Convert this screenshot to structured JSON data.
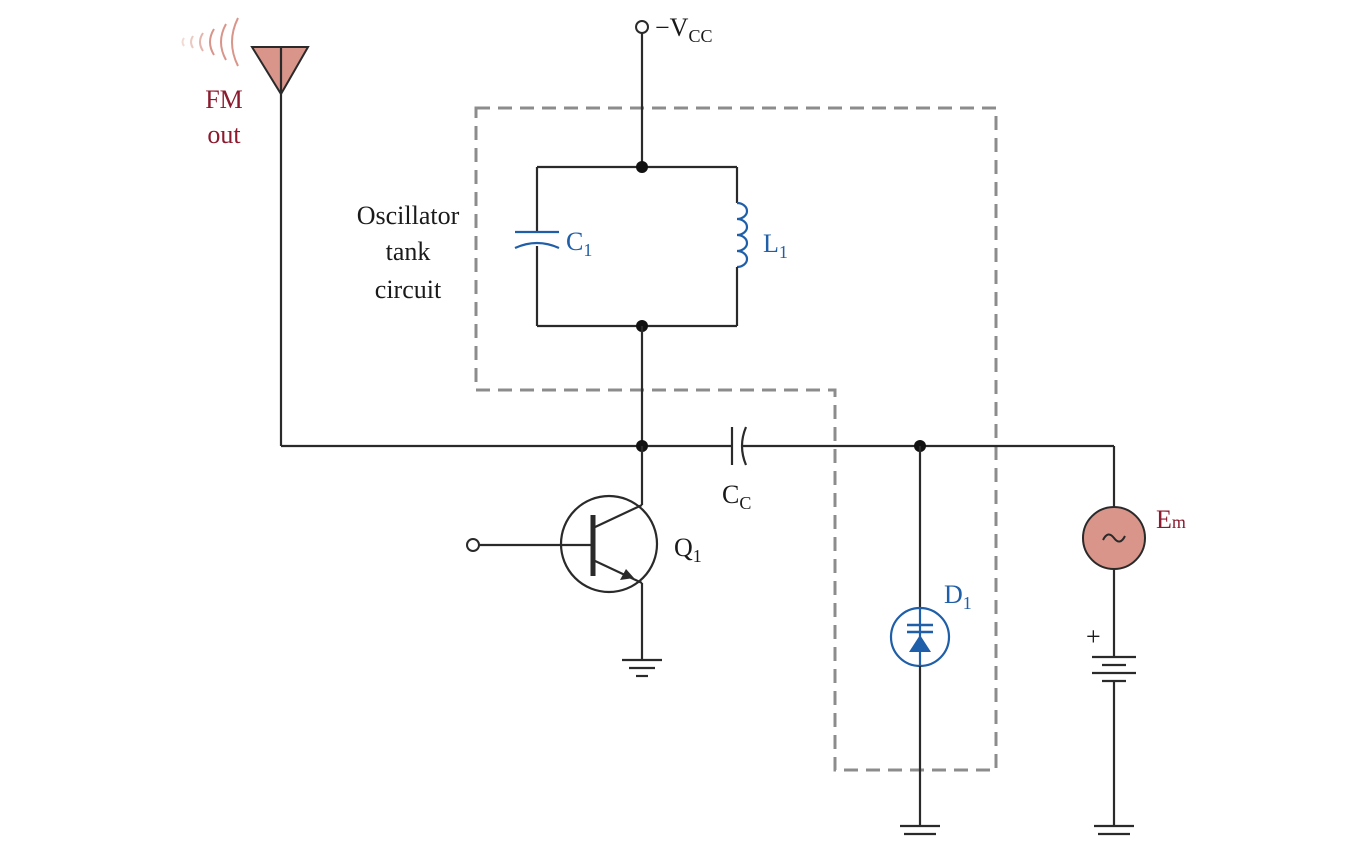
{
  "labels": {
    "vcc": "−V",
    "vcc_sub": "CC",
    "fm_line1": "FM",
    "fm_line2": "out",
    "tank_line1": "Oscillator",
    "tank_line2": "tank",
    "tank_line3": "circuit",
    "c1": "C",
    "c1_sub": "1",
    "l1": "L",
    "l1_sub": "1",
    "cc": "C",
    "cc_sub": "C",
    "q1": "Q",
    "q1_sub": "1",
    "d1": "D",
    "d1_sub": "1",
    "em": "E",
    "em_sub": "m",
    "plus": "+"
  },
  "colors": {
    "wire": "#2a2a2a",
    "dashed_box": "#8c8c8c",
    "component_blue": "#1f5ea8",
    "label_red": "#8b1a2e",
    "source_fill": "#d9958a",
    "antenna_fill": "#d9958a"
  },
  "icons": {
    "antenna": "antenna-icon",
    "ground": "ground-icon",
    "ac_source": "sine-source-icon",
    "battery": "battery-icon",
    "transistor": "npn-transistor-icon",
    "varactor": "varactor-diode-icon"
  }
}
